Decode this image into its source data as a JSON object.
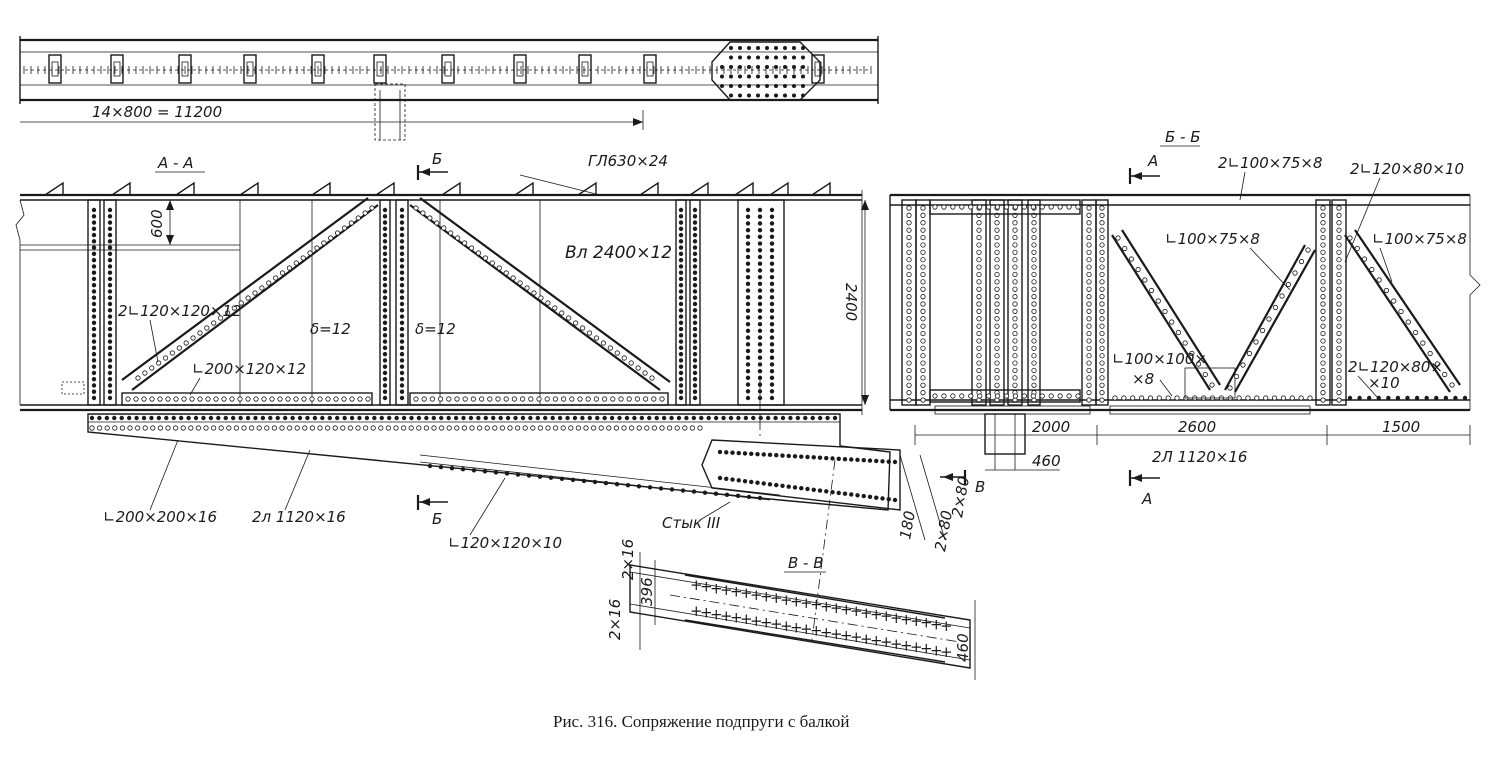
{
  "caption": "Рис. 316. Сопряжение подпруги с балкой",
  "top_view": {
    "dimension": "14×800 = 11200"
  },
  "section_aa": {
    "title": "А - А",
    "flange": "ГЛ630×24",
    "web": "Вл  2400×12",
    "height_600": "600",
    "height_2400": "2400",
    "diag_angle": "2∟120×120×12",
    "bottom_angle": "∟200×120×12",
    "delta_1": "δ=12",
    "delta_2": "δ=12",
    "cut_b_top": "Б",
    "cut_b_bottom": "Б"
  },
  "strut": {
    "angle_200": "∟200×200×16",
    "plates": "2л 1120×16",
    "angle_120": "∟120×120×10",
    "joint": "Стык  III",
    "dim_180": "180",
    "dim_2x80_a": "2×80",
    "dim_2x80_b": "2×80",
    "cut_v": "В"
  },
  "section_vv": {
    "title": "В - В",
    "dim_2x16_top": "2×16",
    "dim_396": "396",
    "dim_2x16_bottom": "2×16",
    "dim_460": "460"
  },
  "section_bb": {
    "title": "Б - Б",
    "top_angles_1": "2∟100×75×8",
    "top_angles_2": "2∟120×80×10",
    "brace_1": "∟100×75×8",
    "brace_2": "∟100×75×8",
    "angle_100_line1": "∟100×100×",
    "angle_100_line2": "×8",
    "angle_120_line1": "2∟120×80×",
    "angle_120_line2": "×10",
    "dim_2000": "2000",
    "dim_2600": "2600",
    "dim_1500": "1500",
    "dim_460": "460",
    "plates": "2Л 1120×16",
    "cut_a_top": "А",
    "cut_a_bottom": "А"
  }
}
